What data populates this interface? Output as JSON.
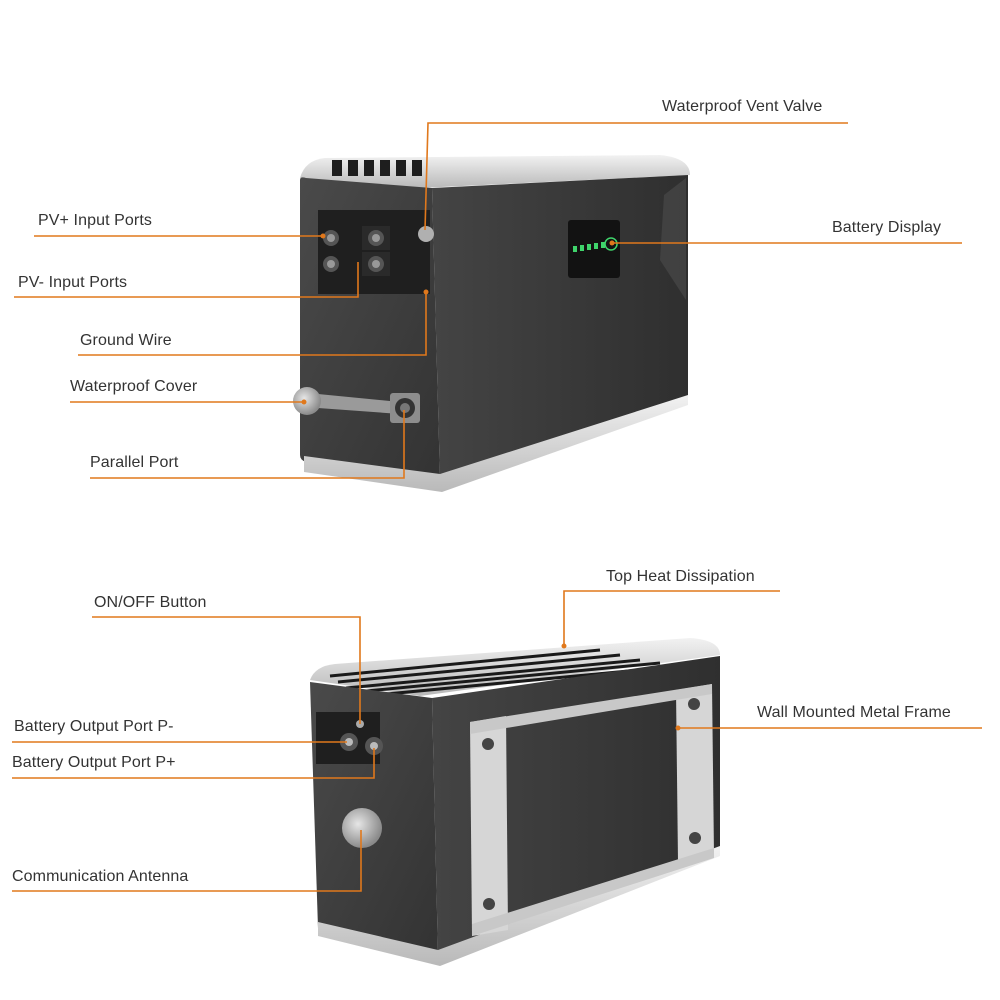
{
  "colors": {
    "leader": "#e0781c",
    "housing": "#3d3d3d",
    "housing_side": "#4a4a4a",
    "trim": "#d4d4d4",
    "led": "#3fd46b",
    "text": "#333333"
  },
  "labels": {
    "waterproof_vent_valve": "Waterproof Vent Valve",
    "pv_plus_input_ports": "PV+ Input Ports",
    "battery_display": "Battery Display",
    "pv_minus_input_ports": "PV- Input Ports",
    "ground_wire": "Ground Wire",
    "waterproof_cover": "Waterproof Cover",
    "parallel_port": "Parallel Port",
    "top_heat_dissipation": "Top Heat Dissipation",
    "on_off_button": "ON/OFF Button",
    "wall_mounted_metal_frame": "Wall Mounted Metal Frame",
    "battery_output_port_p_minus": "Battery Output Port P-",
    "battery_output_port_p_plus": "Battery Output Port P+",
    "communication_antenna": "Communication Antenna"
  }
}
